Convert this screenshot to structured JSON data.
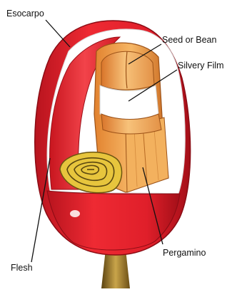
{
  "labels": {
    "esocarpo": "Esocarpo",
    "seed": "Seed or Bean",
    "film": "Silvery Film",
    "pergamino": "Pergamino",
    "flesh": "Flesh"
  },
  "colors": {
    "exocarp_red": "#e8222c",
    "exocarp_dark": "#a8101a",
    "flesh_white": "#ffffff",
    "seed_orange": "#e08a3a",
    "seed_light": "#f7c27a",
    "stem_brass": "#9a7a28"
  }
}
